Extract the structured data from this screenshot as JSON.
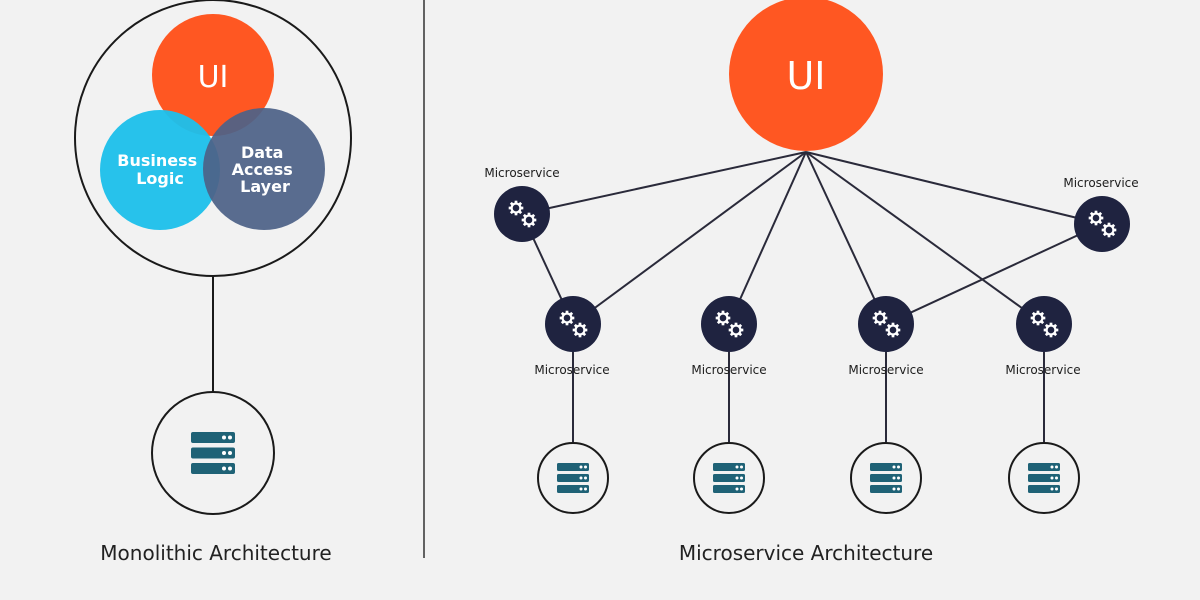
{
  "colors": {
    "background": "#f2f2f2",
    "ui_orange": "#ff5722",
    "business_logic_cyan": "#1ec0ea",
    "data_access_slate": "#4e6288",
    "microservice_node": "#1f2340",
    "database_teal": "#1f6276",
    "line": "#2a2a3a"
  },
  "icons": {
    "microservice": "gears-icon",
    "database": "server-stack-icon"
  },
  "monolith": {
    "ui_label": "UI",
    "business_logic": [
      "Business",
      "Logic"
    ],
    "data_access": [
      "Data",
      "Access",
      "Layer"
    ],
    "caption": "Monolithic Architecture"
  },
  "microservices": {
    "ui_label": "UI",
    "node_label": "Microservice",
    "caption": "Microservice Architecture",
    "nodes": [
      {
        "id": "top-left",
        "label": "Microservice"
      },
      {
        "id": "top-right",
        "label": "Microservice"
      },
      {
        "id": "bottom-1",
        "label": "Microservice"
      },
      {
        "id": "bottom-2",
        "label": "Microservice"
      },
      {
        "id": "bottom-3",
        "label": "Microservice"
      },
      {
        "id": "bottom-4",
        "label": "Microservice"
      }
    ]
  }
}
